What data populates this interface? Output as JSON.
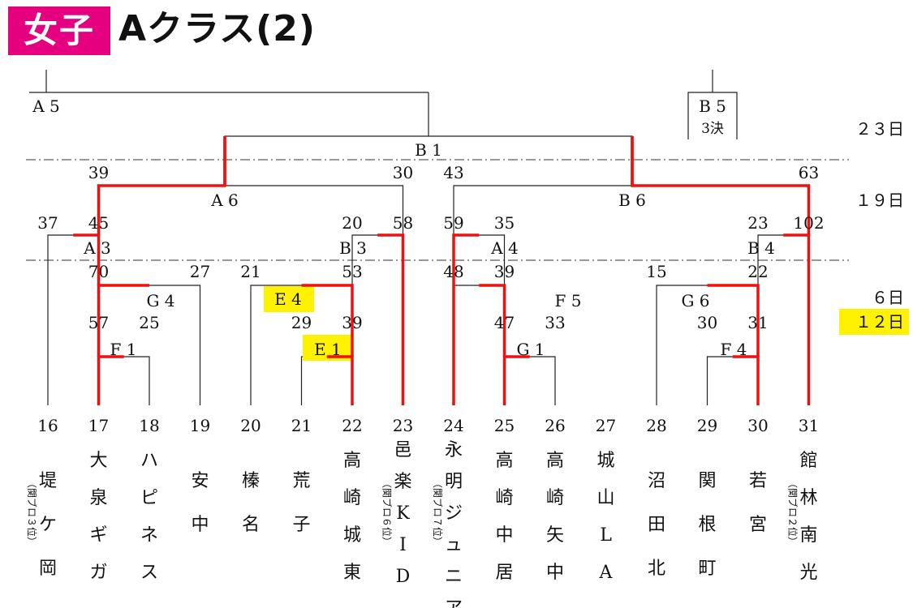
{
  "header": {
    "category": "女子",
    "title": "Aクラス(2)"
  },
  "colors": {
    "accent": "#e4007f",
    "winner_line": "#ee1111",
    "highlight": "#fff200"
  },
  "days": [
    {
      "label": "２３日",
      "highlight": false
    },
    {
      "label": "１９日",
      "highlight": false
    },
    {
      "label": "６日",
      "highlight": false
    },
    {
      "label": "１２日",
      "highlight": true
    }
  ],
  "slots": [
    {
      "num": "16",
      "team": "堤ケ岡",
      "note": "（関ブロ３位）"
    },
    {
      "num": "17",
      "team": "大泉ギガ",
      "note": ""
    },
    {
      "num": "18",
      "team": "ハピネス",
      "note": ""
    },
    {
      "num": "19",
      "team": "安中",
      "note": ""
    },
    {
      "num": "20",
      "team": "榛名",
      "note": ""
    },
    {
      "num": "21",
      "team": "荒子",
      "note": ""
    },
    {
      "num": "22",
      "team": "高崎城東",
      "note": ""
    },
    {
      "num": "23",
      "team": "邑楽KID",
      "note": "（関ブロ６位）"
    },
    {
      "num": "24",
      "team": "永明ジュニア",
      "note": "（関ブロ７位）"
    },
    {
      "num": "25",
      "team": "高崎中居",
      "note": ""
    },
    {
      "num": "26",
      "team": "高崎矢中",
      "note": ""
    },
    {
      "num": "27",
      "team": "城山LA",
      "note": ""
    },
    {
      "num": "28",
      "team": "沼田北",
      "note": ""
    },
    {
      "num": "29",
      "team": "関根町",
      "note": ""
    },
    {
      "num": "30",
      "team": "若宮",
      "note": ""
    },
    {
      "num": "31",
      "team": "館林南光",
      "note": "（関ブロ２位）"
    }
  ],
  "matches": {
    "F1": {
      "label": "F 1",
      "score_left": "57",
      "score_right": "25"
    },
    "G4": {
      "label": "G 4",
      "score_left": "70",
      "score_right": "27"
    },
    "E1": {
      "label": "E 1",
      "score_left": "29",
      "score_right": "39"
    },
    "E4": {
      "label": "E 4",
      "score_left": "21",
      "score_right": "53"
    },
    "G1": {
      "label": "G 1",
      "score_left": "47",
      "score_right": "33"
    },
    "F5": {
      "label": "F 5",
      "score_left": "48",
      "score_right": "39"
    },
    "F4": {
      "label": "F 4",
      "score_left": "30",
      "score_right": "31"
    },
    "G6": {
      "label": "G 6",
      "score_left": "15",
      "score_right": "22"
    },
    "A3": {
      "label": "A 3",
      "score_left": "37",
      "score_right": "45"
    },
    "B3": {
      "label": "B 3",
      "score_left": "20",
      "score_right": "58"
    },
    "A4": {
      "label": "A 4",
      "score_left": "59",
      "score_right": "35"
    },
    "B4": {
      "label": "B 4",
      "score_left": "23",
      "score_right": "102"
    },
    "A6": {
      "label": "A 6",
      "score_left": "39",
      "score_right": "30"
    },
    "B6": {
      "label": "B 6",
      "score_left": "43",
      "score_right": "63"
    },
    "B1": {
      "label": "B 1"
    }
  },
  "next_games": {
    "A5": "A 5",
    "B5": "B 5",
    "B5_note": "3決"
  }
}
